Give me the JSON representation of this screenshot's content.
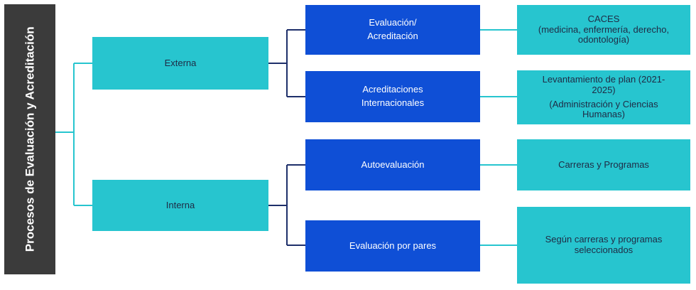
{
  "root": {
    "label": "Procesos de Evaluación y Acreditación"
  },
  "level1": [
    {
      "label": "Externa"
    },
    {
      "label": "Interna"
    }
  ],
  "level2": [
    {
      "lines": [
        "Evaluación/",
        "Acreditación"
      ]
    },
    {
      "lines": [
        "Acreditaciones",
        "Internacionales"
      ]
    },
    {
      "lines": [
        "Autoevaluación"
      ]
    },
    {
      "lines": [
        "Evaluación por pares"
      ]
    }
  ],
  "level3": [
    {
      "lines": [
        "CACES",
        "(medicina, enfermería, derecho,",
        "odontología)"
      ]
    },
    {
      "lines": [
        "Levantamiento de plan (2021-",
        "2025)",
        "(Administración y Ciencias",
        "Humanas)"
      ]
    },
    {
      "lines": [
        "Carreras y Programas"
      ]
    },
    {
      "lines": [
        "Según carreras y programas",
        "seleccionados"
      ]
    }
  ],
  "colors": {
    "root_bg": "#3b3b3b",
    "teal": "#27c5cf",
    "blue": "#0f4fd6",
    "connector_teal": "#27c5cf",
    "connector_navy": "#1e2f6a"
  }
}
